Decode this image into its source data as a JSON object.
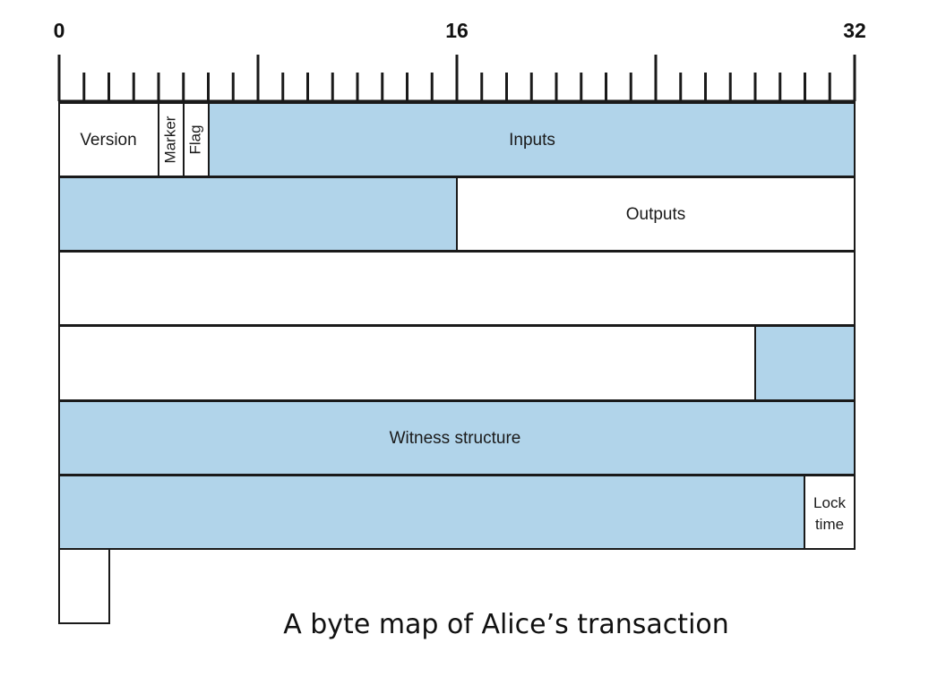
{
  "scale": {
    "labels": [
      "0",
      "16",
      "32"
    ],
    "units_per_row": 32
  },
  "fill_colors": {
    "highlight": "#b1d4ea",
    "plain": "#ffffff",
    "line": "#1a1a1a"
  },
  "fields": {
    "version": "Version",
    "marker": "Marker",
    "flag": "Flag",
    "inputs": "Inputs",
    "outputs": "Outputs",
    "witness_structure": "Witness structure",
    "lock_time_line1": "Lock",
    "lock_time_line2": "time"
  },
  "caption": "A byte map of Alice’s transaction"
}
